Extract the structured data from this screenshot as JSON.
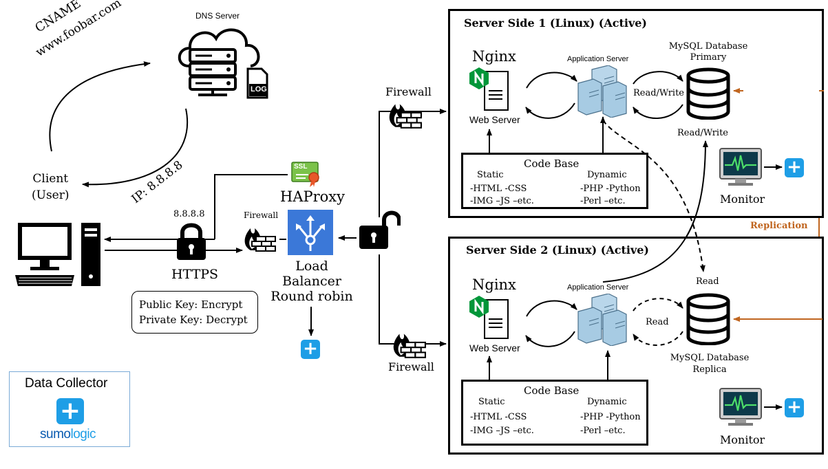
{
  "dns": {
    "label": "DNS Server",
    "log": "LOG"
  },
  "cname": {
    "line1": "CNAME",
    "line2": "www.foobar.com"
  },
  "client": {
    "line1": "Client",
    "line2": "(User)",
    "ip": "IP: 8.8.8.8"
  },
  "https": {
    "ip": "8.8.8.8",
    "label": "HTTPS",
    "key1": "Public Key: Encrypt",
    "key2": "Private Key: Decrypt"
  },
  "ssl": "SSL",
  "firewall_small": "Firewall",
  "haproxy": {
    "title": "HAProxy",
    "line1": "Load",
    "line2": "Balancer",
    "line3": "Round robin"
  },
  "firewall_top": "Firewall",
  "firewall_bottom": "Firewall",
  "server1": {
    "title": "Server Side 1 (Linux) (Active)",
    "nginx": "Nginx",
    "webserver": "Web Server",
    "appserver": "Application Server",
    "db_line1": "MySQL Database",
    "db_line2": "Primary",
    "rw_inner": "Read/Write",
    "rw_outer": "Read/Write",
    "codebase": {
      "title": "Code Base",
      "static": "Static",
      "dynamic": "Dynamic",
      "s1": "-HTML -CSS",
      "s2": "-IMG –JS –etc.",
      "d1": "-PHP -Python",
      "d2": "-Perl –etc."
    },
    "monitor": "Monitor"
  },
  "server2": {
    "title": "Server Side 2 (Linux) (Active)",
    "nginx": "Nginx",
    "webserver": "Web Server",
    "appserver": "Application Server",
    "read_top": "Read",
    "read_inner": "Read",
    "db_line1": "MySQL Database",
    "db_line2": "Replica",
    "codebase": {
      "title": "Code Base",
      "static": "Static",
      "dynamic": "Dynamic",
      "s1": "-HTML -CSS",
      "s2": "-IMG –JS –etc.",
      "d1": "-PHP -Python",
      "d2": "-Perl –etc."
    },
    "monitor": "Monitor"
  },
  "replication": "Replication",
  "collector": {
    "title": "Data Collector",
    "brand_a": "sumo",
    "brand_b": "logic"
  },
  "colors": {
    "accent_blue": "#1e9ee6",
    "replication": "#c0651f",
    "nginx_green": "#009639",
    "firewall_orange": "#e8572a"
  }
}
